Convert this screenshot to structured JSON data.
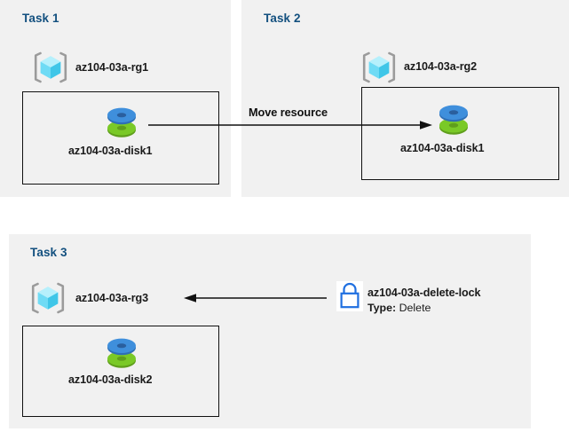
{
  "diagram": {
    "title_color": "#13507f",
    "panel_background": "#f1f1f1",
    "canvas_background": "#ffffff",
    "box_border_color": "#111111",
    "connector_color": "#111111",
    "lock_icon_color": "#1f6fe0",
    "disk_top_color": "#3f8fdc",
    "disk_bottom_color": "#76bc21",
    "cube_color": "#7fe3f7",
    "bracket_color": "#9b9b9b"
  },
  "tasks": [
    {
      "title": "Task 1",
      "resource_group": {
        "label": "az104-03a-rg1",
        "icon": "resource-group-cube-icon"
      },
      "resource": {
        "label": "az104-03a-disk1",
        "icon": "managed-disk-icon"
      }
    },
    {
      "title": "Task 2",
      "resource_group": {
        "label": "az104-03a-rg2",
        "icon": "resource-group-cube-icon"
      },
      "resource": {
        "label": "az104-03a-disk1",
        "icon": "managed-disk-icon"
      }
    },
    {
      "title": "Task 3",
      "resource_group": {
        "label": "az104-03a-rg3",
        "icon": "resource-group-cube-icon"
      },
      "resource": {
        "label": "az104-03a-disk2",
        "icon": "managed-disk-icon"
      }
    }
  ],
  "connectors": {
    "move_resource": {
      "label": "Move resource",
      "direction": "right",
      "from": "az104-03a-disk1",
      "to": "az104-03a-disk1"
    },
    "lock_applies_to": {
      "direction": "left",
      "from": "az104-03a-delete-lock",
      "to": "az104-03a-rg3"
    }
  },
  "lock": {
    "icon": "padlock-icon",
    "name": "az104-03a-delete-lock",
    "type_key": "Type:",
    "type_value": "Delete"
  }
}
